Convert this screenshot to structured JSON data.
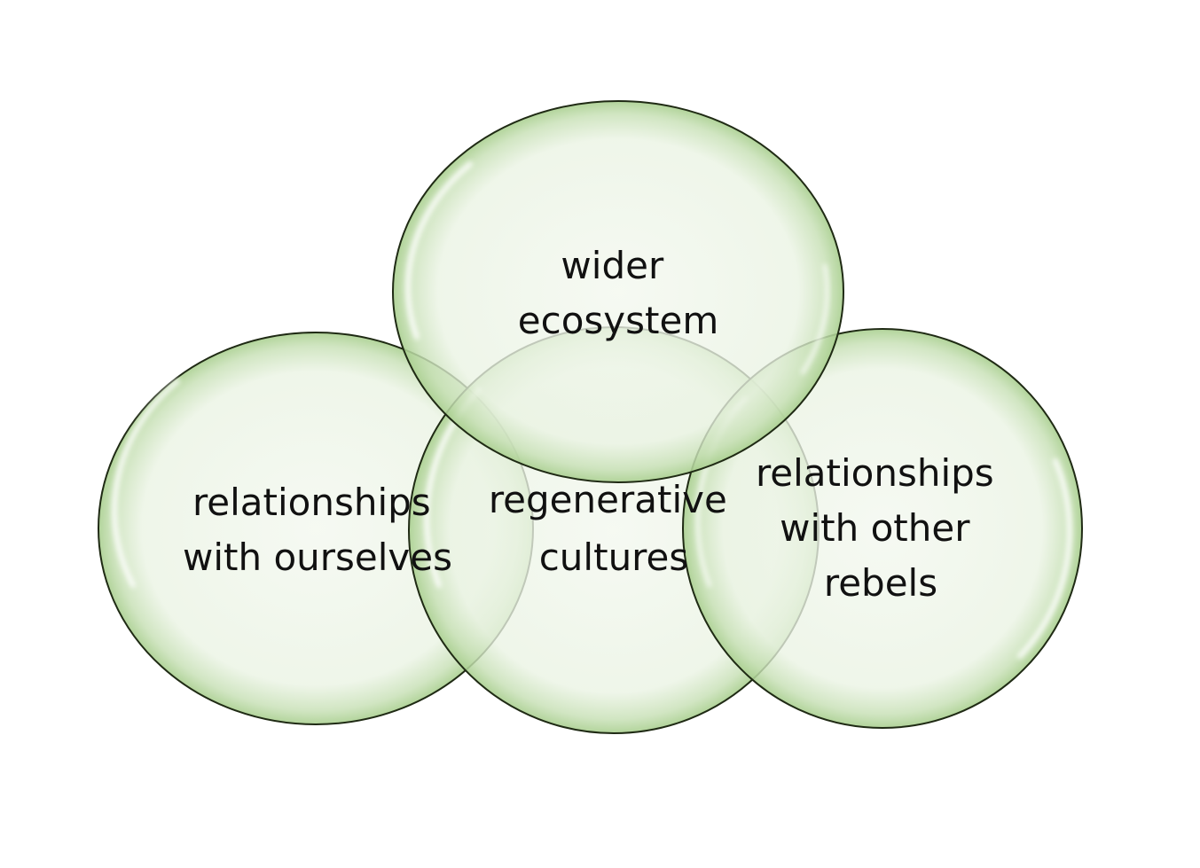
{
  "diagram": {
    "colors": {
      "fill_center": "#f3f8ef",
      "fill_edge": "#a9cf8f",
      "outline": "#1f2a14",
      "highlight": "#ffffff",
      "text": "#111111"
    },
    "circles": [
      {
        "id": "wider-ecosystem",
        "lines": [
          "wider",
          "ecosystem"
        ]
      },
      {
        "id": "relationships-with-ourselves",
        "lines": [
          "relationships",
          "with ourselves"
        ]
      },
      {
        "id": "regenerative-cultures",
        "lines": [
          "regenerative",
          "cultures"
        ]
      },
      {
        "id": "relationships-with-other-rebels",
        "lines": [
          "relationships",
          "with other",
          "rebels"
        ]
      }
    ]
  }
}
